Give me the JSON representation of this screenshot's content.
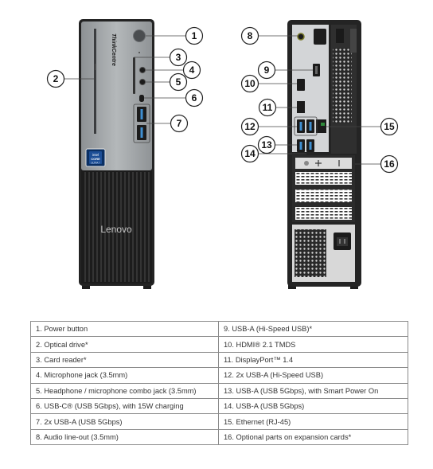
{
  "front": {
    "brand_top": "ThinkCentre",
    "brand_bottom": "Lenovo",
    "badge_line1": "intel",
    "badge_line2": "CORE",
    "badge_line3": "ULTRA 7"
  },
  "callouts": [
    "1",
    "2",
    "3",
    "4",
    "5",
    "6",
    "7",
    "8",
    "9",
    "10",
    "11",
    "12",
    "13",
    "14",
    "15",
    "16"
  ],
  "table": {
    "rows": [
      [
        "1.   Power button",
        "9.   USB-A (Hi-Speed USB)*"
      ],
      [
        "2.   Optical drive*",
        "10. HDMI® 2.1 TMDS"
      ],
      [
        "3.   Card reader*",
        "11.  DisplayPort™ 1.4"
      ],
      [
        "4.   Microphone jack (3.5mm)",
        "12. 2x USB-A (Hi-Speed USB)"
      ],
      [
        "5.   Headphone / microphone combo jack (3.5mm)",
        "13. USB-A (USB 5Gbps), with Smart Power On"
      ],
      [
        "6.   USB-C® (USB 5Gbps), with 15W charging",
        "14. USB-A (USB 5Gbps)"
      ],
      [
        "7.   2x USB-A (USB 5Gbps)",
        "15. Ethernet (RJ-45)"
      ],
      [
        "8.   Audio line-out (3.5mm)",
        "16. Optional parts on expansion cards*"
      ]
    ]
  }
}
